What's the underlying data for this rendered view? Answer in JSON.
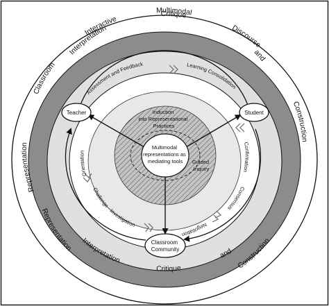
{
  "outer_ring": {
    "top": [
      "Classroom",
      "Interactive",
      "Multimodal",
      "Discourse"
    ],
    "upper_left": "Representation",
    "upper_right": "Construction",
    "top_inner": [
      "Interpretation",
      "Critique",
      "and"
    ],
    "lower_left": "Representation",
    "lower_right": "Construction",
    "bottom": [
      "Interpretation",
      "Critique",
      "and"
    ]
  },
  "inner_ring": {
    "assessment": "Assessment and Feedback",
    "learning": "Learning Consolidation",
    "orientation": "Orientation",
    "challenge": "Challenge - Investigation",
    "confirmation": "Confirmation",
    "consensus": "Consensus",
    "negotiation": "Negotiation"
  },
  "nodes": {
    "teacher": "Teacher",
    "student": "Student",
    "community_line1": "Classroom",
    "community_line2": "Community"
  },
  "core": {
    "induction_line1": "Induction",
    "induction_line2": "into Representational",
    "induction_line3": "Practices",
    "guided_line1": "Guided",
    "guided_line2": "Inquiry",
    "center_line1": "Multimodal",
    "center_line2": "representations as",
    "center_line3": "mediating tools"
  },
  "colors": {
    "ring_gray": "#8c8c8c",
    "light_gray": "#e0e0e0",
    "core_gray": "#b8b8b8",
    "line": "#111111"
  }
}
